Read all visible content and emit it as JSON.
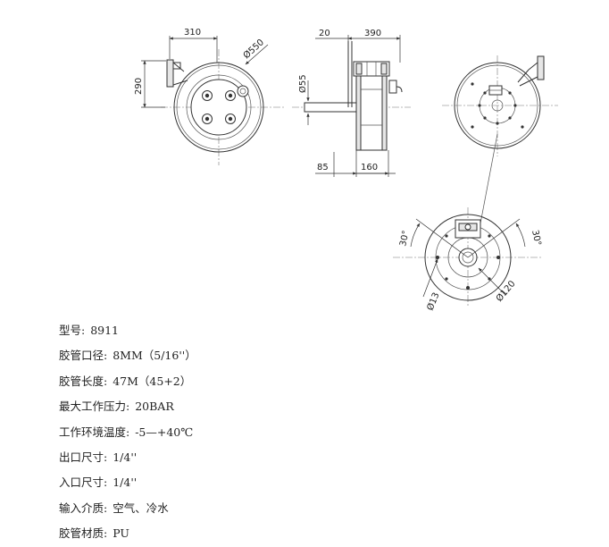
{
  "dimensions": {
    "front_width": "310",
    "front_diameter": "Ø550",
    "front_height": "290",
    "side_offset": "20",
    "side_width": "390",
    "side_shaft": "Ø55",
    "side_bottom_left": "85",
    "side_bottom_width": "160",
    "detail_angle_left": "30°",
    "detail_angle_right": "30°",
    "detail_hole": "Ø13",
    "detail_circle": "Ø120"
  },
  "specs": [
    {
      "label": "型号:",
      "value": "8911"
    },
    {
      "label": "胶管口径:",
      "value": "8MM（5/16''）"
    },
    {
      "label": "胶管长度:",
      "value": "47M（45+2）"
    },
    {
      "label": "最大工作压力:",
      "value": "20BAR"
    },
    {
      "label": "工作环境温度:",
      "value": "-5—+40℃"
    },
    {
      "label": "出口尺寸:",
      "value": "1/4''"
    },
    {
      "label": "入口尺寸:",
      "value": "1/4''"
    },
    {
      "label": "输入介质:",
      "value": "空气、冷水"
    },
    {
      "label": "胶管材质:",
      "value": " PU"
    }
  ]
}
